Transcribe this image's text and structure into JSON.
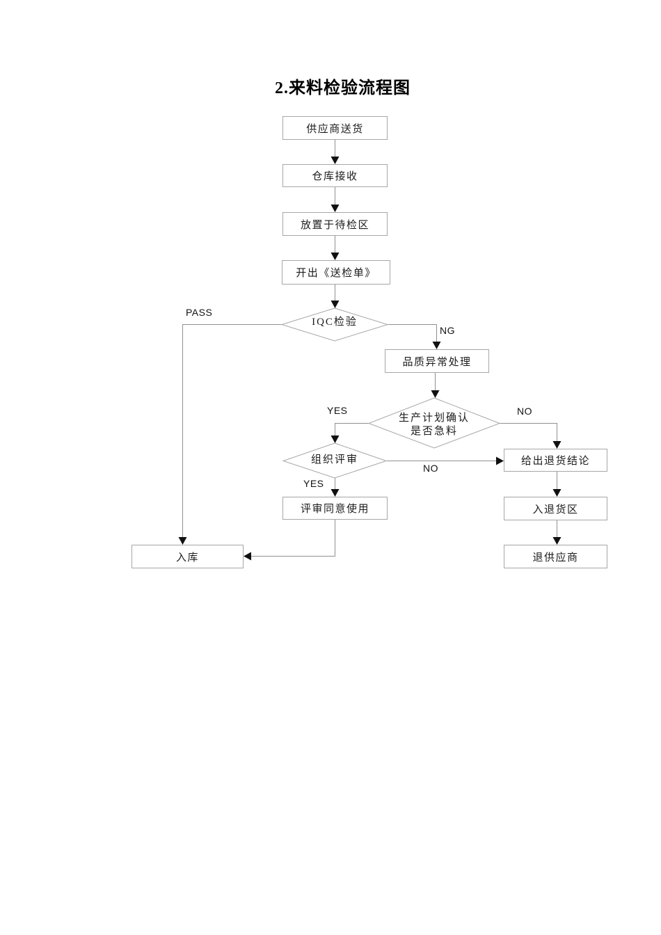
{
  "page_title": "2.来料检验流程图",
  "nodes": {
    "supplier_delivery": "供应商送货",
    "warehouse_receive": "仓库接收",
    "pending_area": "放置于待检区",
    "inspection_form": "开出《送检单》",
    "iqc_inspection": "IQC检验",
    "quality_exception": "品质异常处理",
    "plan_confirm_line1": "生产计划确认",
    "plan_confirm_line2": "是否急料",
    "organize_review": "组织评审",
    "review_agree": "评审同意使用",
    "return_conclusion": "给出退货结论",
    "return_area": "入退货区",
    "return_supplier": "退供应商",
    "warehouse_in": "入库"
  },
  "edge_labels": {
    "pass": "PASS",
    "ng": "NG",
    "yes_plan": "YES",
    "no_plan": "NO",
    "yes_review": "YES",
    "no_review": "NO"
  },
  "colors": {
    "box_border": "#a6a6a6",
    "connector": "#8f8f8f",
    "arrowhead": "#111111",
    "text": "#1c1c1c",
    "background": "#ffffff"
  }
}
